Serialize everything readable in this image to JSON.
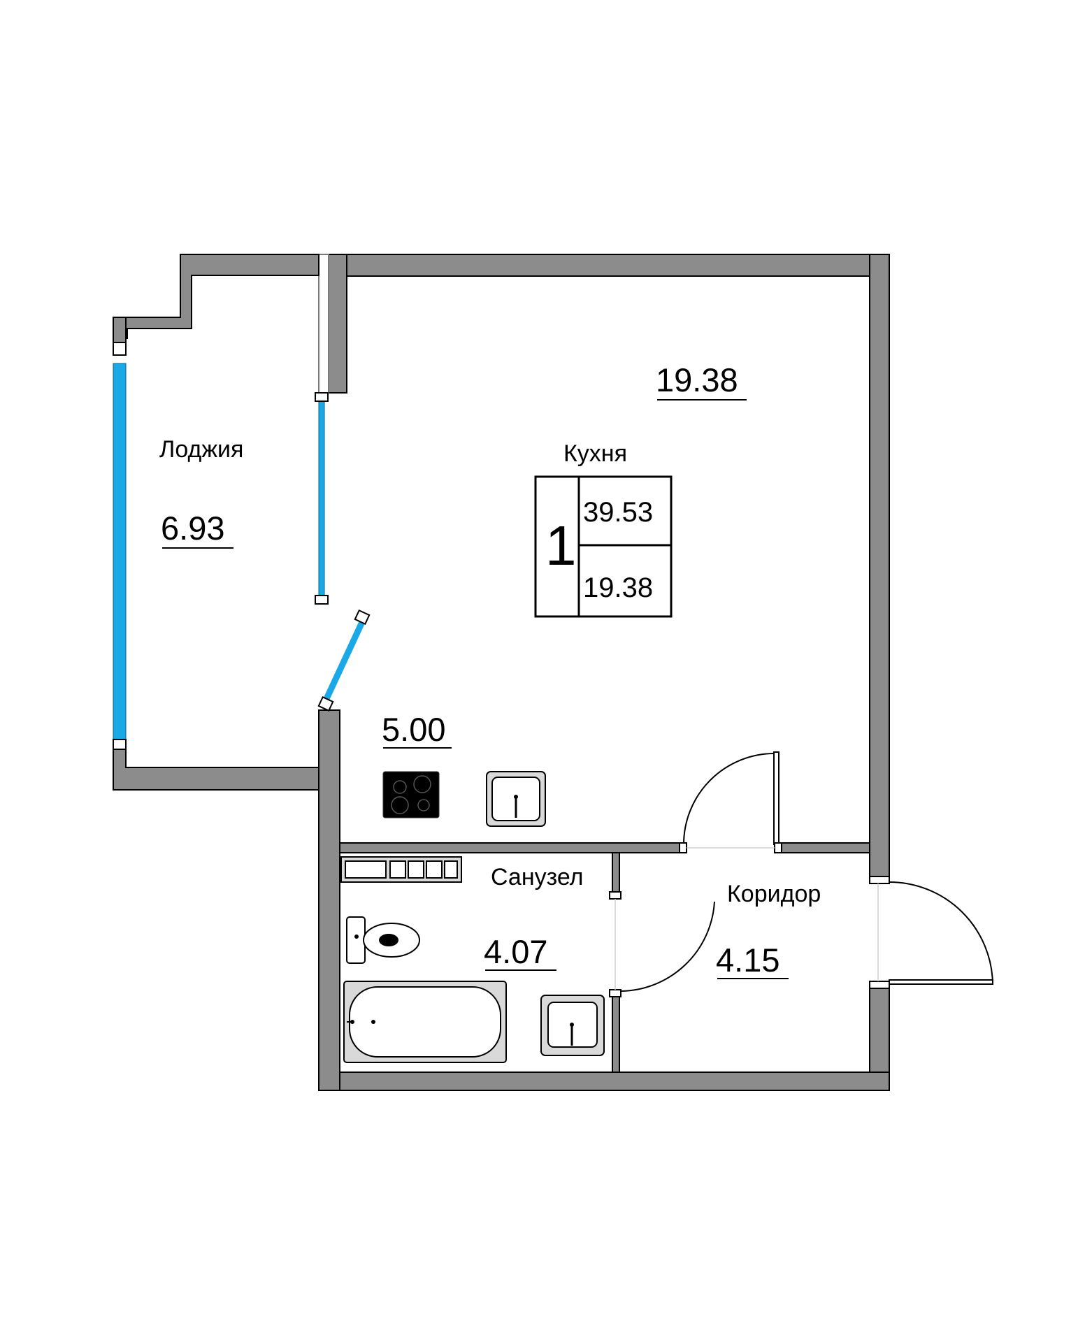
{
  "rooms": {
    "loggia": {
      "name": "Лоджия",
      "area": "6.93"
    },
    "main_room": {
      "area": "19.38"
    },
    "kitchen": {
      "name": "Кухня",
      "area": "5.00"
    },
    "bathroom": {
      "name": "Санузел",
      "area": "4.07"
    },
    "corridor": {
      "name": "Коридор",
      "area": "4.15"
    }
  },
  "badge": {
    "rooms_count": "1",
    "total_area": "39.53",
    "living_area": "19.38"
  },
  "colors": {
    "wall": "#8c8c8c",
    "glass": "#1aa9e6",
    "background": "#ffffff"
  },
  "icons": [
    "window-glass",
    "door-swing",
    "hob-icon",
    "sink-icon",
    "toilet-icon",
    "bathtub-icon",
    "cabinet-icon"
  ]
}
